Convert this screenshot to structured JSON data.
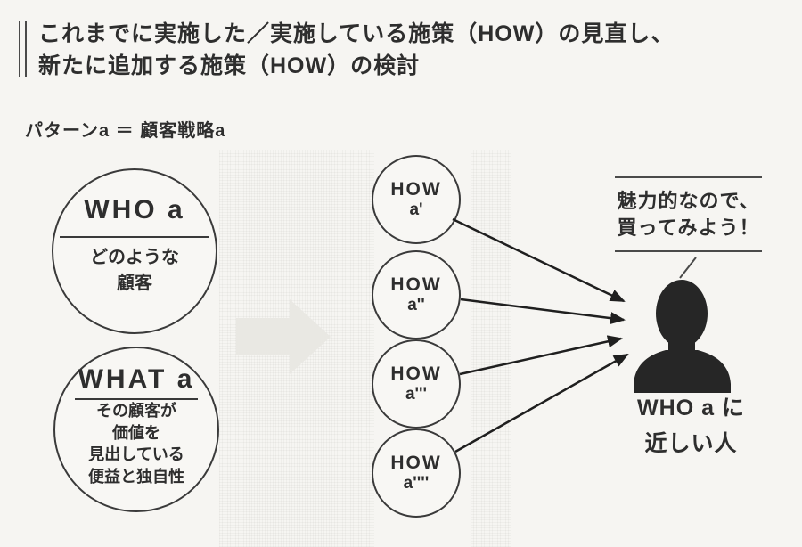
{
  "title": {
    "line1": "これまでに実施した／実施している施策（HOW）の見直し、",
    "line2": "新たに追加する施策（HOW）の検討"
  },
  "pattern_label": "パターンa ＝ 顧客戦略a",
  "who_circle": {
    "heading": "WHO a",
    "line1": "どのような",
    "line2": "顧客"
  },
  "what_circle": {
    "heading": "WHAT a",
    "line1": "その顧客が",
    "line2": "価値を",
    "line3": "見出している",
    "line4": "便益と独自性"
  },
  "how_circles": [
    {
      "name": "HOW",
      "variant": "a'"
    },
    {
      "name": "HOW",
      "variant": "a''"
    },
    {
      "name": "HOW",
      "variant": "a'''"
    },
    {
      "name": "HOW",
      "variant": "a''''"
    }
  ],
  "speech_bubble": {
    "line1": "魅力的なので、",
    "line2": "買ってみよう！"
  },
  "person": {
    "label_line1": "WHO a に",
    "label_line2": "近しい人"
  },
  "colors": {
    "paper": "#f6f5f2",
    "ink": "#2e2e2e",
    "circle_border": "#3a3a3a",
    "silhouette": "#262626",
    "block_arrow": "#e9e8e3"
  }
}
